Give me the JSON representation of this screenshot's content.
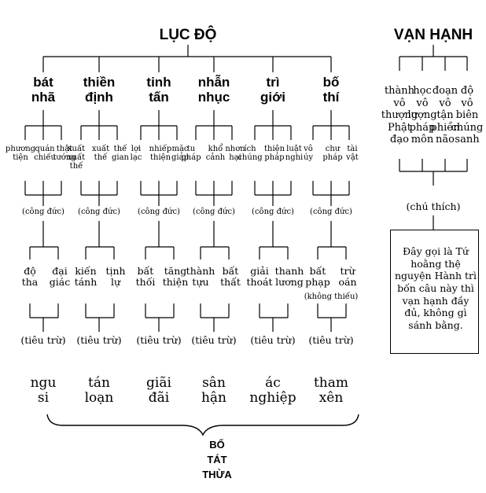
{
  "luc_do": {
    "title": "LỤC ĐỘ",
    "paramitas": [
      {
        "name": [
          "bát",
          "nhã"
        ],
        "subs": [
          [
            "phương",
            "tiện"
          ],
          [
            "quán",
            "chiếu"
          ],
          [
            "thật",
            "tướng"
          ]
        ],
        "merit": "(công đức)",
        "fruits": [
          [
            "độ",
            "tha"
          ],
          [
            "đại",
            "giác"
          ]
        ],
        "fruit_note": "",
        "remove": "(tiêu trừ)",
        "obstacle": [
          "ngu",
          "si"
        ]
      },
      {
        "name": [
          "thiền",
          "định"
        ],
        "subs": [
          [
            "xuất",
            "xuất",
            "thế"
          ],
          [
            "xuất",
            "thế"
          ],
          [
            "thế",
            "gian"
          ]
        ],
        "merit": "(công đức)",
        "fruits": [
          [
            "kiến",
            "tánh"
          ],
          [
            "tịnh",
            "lự"
          ]
        ],
        "fruit_note": "",
        "remove": "(tiêu trừ)",
        "obstacle": [
          "tán",
          "loạn"
        ]
      },
      {
        "name": [
          "tinh",
          "tấn"
        ],
        "subs": [
          [
            "lợi",
            "lạc"
          ],
          [
            "nhiếp",
            "thiện"
          ],
          [
            "mặc",
            "giáp"
          ]
        ],
        "merit": "(công đức)",
        "fruits": [
          [
            "bất",
            "thối"
          ],
          [
            "tăng",
            "thiện"
          ]
        ],
        "fruit_note": "",
        "remove": "(tiêu trừ)",
        "obstacle": [
          "giãi",
          "đãi"
        ]
      },
      {
        "name": [
          "nhẫn",
          "nhục"
        ],
        "subs": [
          [
            "tu",
            "pháp"
          ],
          [
            "khổ",
            "cảnh"
          ],
          [
            "nhơn",
            "hại"
          ]
        ],
        "merit": "(công đức)",
        "fruits": [
          [
            "thành",
            "tựu"
          ],
          [
            "bất",
            "thất"
          ]
        ],
        "fruit_note": "",
        "remove": "(tiêu trừ)",
        "obstacle": [
          "sân",
          "hận"
        ]
      },
      {
        "name": [
          "trì",
          "giới"
        ],
        "subs": [
          [
            "ích",
            "chúng"
          ],
          [
            "thiện",
            "pháp"
          ],
          [
            "luật",
            "nghi"
          ]
        ],
        "merit": "(công đức)",
        "fruits": [
          [
            "giải",
            "thoát"
          ],
          [
            "thanh",
            "lương"
          ]
        ],
        "fruit_note": "",
        "remove": "(tiêu trừ)",
        "obstacle": [
          "ác",
          "nghiệp"
        ]
      },
      {
        "name": [
          "bố",
          "thí"
        ],
        "subs": [
          [
            "vô",
            "úy"
          ],
          [
            "chư",
            "pháp"
          ],
          [
            "tài",
            "vật"
          ]
        ],
        "merit": "(công đức)",
        "fruits": [
          [
            "bất",
            "phạp"
          ],
          [
            "trừ",
            "oán"
          ]
        ],
        "fruit_note": "(không thiếu)",
        "remove": "(tiêu trừ)",
        "obstacle": [
          "tham",
          "xên"
        ]
      }
    ],
    "footer": [
      "BỐ",
      "TÁT",
      "THỪA"
    ]
  },
  "van_hanh": {
    "title": "VẠN HẠNH",
    "vows": [
      [
        "thành",
        "vô",
        "thượng",
        "Phật",
        "đạo"
      ],
      [
        "học",
        "vô",
        "lượng",
        "pháp",
        "môn"
      ],
      [
        "đoạn",
        "vô",
        "tận",
        "phiền",
        "não"
      ],
      [
        "độ",
        "vô",
        "biên",
        "chúng",
        "sanh"
      ]
    ],
    "note_label": "(chú thích)",
    "note": "Đây gọi là Tứ hoằng thệ nguyện Hành trì bốn câu này thì vạn hạnh đầy đủ, không gì sánh bằng."
  }
}
